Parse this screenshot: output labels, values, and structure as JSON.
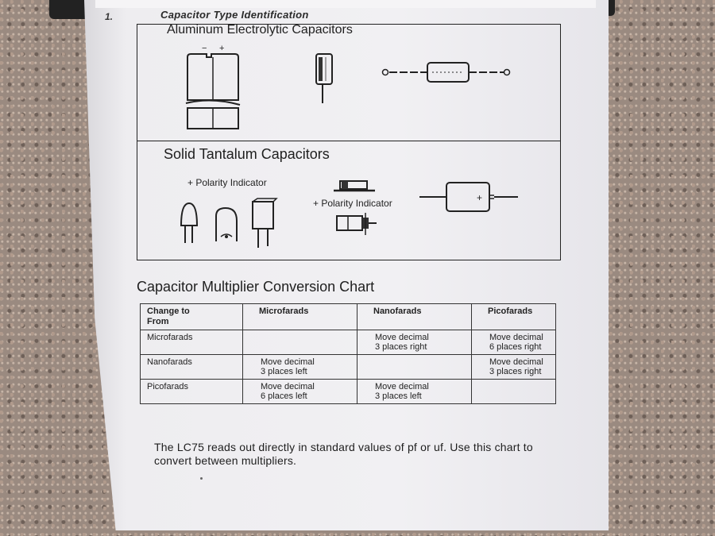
{
  "section": {
    "number": "1.",
    "title": "Capacitor Type Identification"
  },
  "aluminum": {
    "title": "Aluminum Electrolytic Capacitors",
    "minus_sign": "−",
    "plus_sign": "+"
  },
  "tantalum": {
    "title": "Solid Tantalum Capacitors",
    "polarity_label_1": "+ Polarity Indicator",
    "polarity_label_2": "+ Polarity Indicator",
    "plus_sign": "+"
  },
  "chart": {
    "title": "Capacitor Multiplier Conversion Chart",
    "header_corner_line1": "Change to",
    "header_corner_line2": "From",
    "columns": [
      "Microfarads",
      "Nanofarads",
      "Picofarads"
    ],
    "rows": [
      {
        "from": "Microfarads",
        "cells": [
          "",
          "Move decimal\n3 places right",
          "Move decimal\n6 places right"
        ]
      },
      {
        "from": "Nanofarads",
        "cells": [
          "Move decimal\n3 places left",
          "",
          "Move decimal\n3 places right"
        ]
      },
      {
        "from": "Picofarads",
        "cells": [
          "Move decimal\n6 places left",
          "Move decimal\n3 places left",
          ""
        ]
      }
    ]
  },
  "footnote": "The LC75 reads out directly in standard values of pf or uf. Use this chart to convert between multipliers."
}
